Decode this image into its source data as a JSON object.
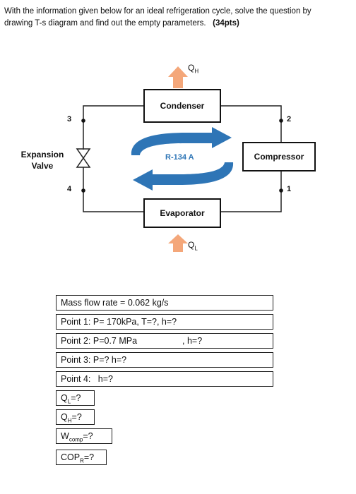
{
  "question": {
    "line1": "With the information given below for an ideal refrigeration cycle, solve the question by",
    "line2": "drawing T-s diagram and find out the empty parameters.",
    "points": "(34pts)"
  },
  "diagram": {
    "condenser": "Condenser",
    "compressor": "Compressor",
    "evaporator": "Evaporator",
    "expansion_line1": "Expansion",
    "expansion_line2": "Valve",
    "refrigerant": "R-134 A",
    "qh_main": "Q",
    "qh_sub": "H",
    "ql_main": "Q",
    "ql_sub": "L",
    "state1": "1",
    "state2": "2",
    "state3": "3",
    "state4": "4"
  },
  "table": {
    "mass_flow": "Mass flow rate = 0.062 kg/s",
    "point1": "Point 1: P= 170kPa, T=?, h=?",
    "point2_a": "Point 2: P=0.7 MPa",
    "point2_b": ", h=?",
    "point3": "Point 3: P=? h=?",
    "point4": "Point 4:   h=?",
    "ql_main": "Q",
    "ql_sub": "L",
    "ql_tail": "=?",
    "qh_main": "Q",
    "qh_sub": "H",
    "qh_tail": "=?",
    "w_main": "W",
    "w_sub": "comp",
    "w_tail": "=?",
    "cop_main": "COP",
    "cop_sub": "R",
    "cop_tail": "=?"
  },
  "colors": {
    "arrow_orange": "#f4a77a",
    "cycle_blue": "#2e75b6",
    "refrigerant_text": "#2e75b6"
  }
}
